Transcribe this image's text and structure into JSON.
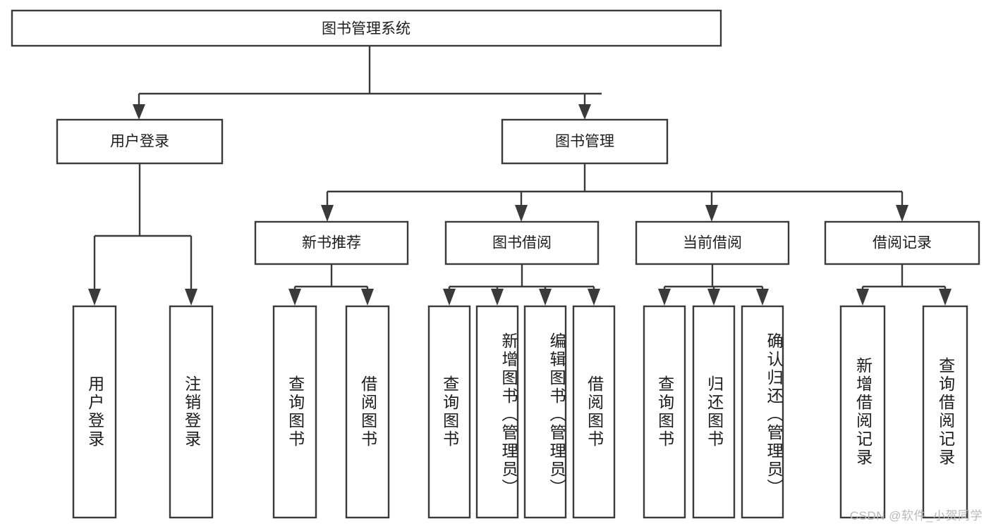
{
  "diagram": {
    "type": "tree",
    "title": "图书管理系统",
    "orientation": "top-down",
    "colors": {
      "box_fill": "#ffffff",
      "box_stroke": "#3a3a3a",
      "text": "#1c1c1c",
      "watermark": "#b9b9b9",
      "background": "#ffffff"
    },
    "root": {
      "label": "图书管理系统"
    },
    "level2": [
      {
        "label": "用户登录"
      },
      {
        "label": "图书管理"
      }
    ],
    "level3": [
      {
        "label": "新书推荐"
      },
      {
        "label": "图书借阅"
      },
      {
        "label": "当前借阅"
      },
      {
        "label": "借阅记录"
      }
    ],
    "leaves": {
      "user_login": [
        {
          "label": "用户登录"
        },
        {
          "label": "注销登录"
        }
      ],
      "new_book_recommend": [
        {
          "label": "查询图书"
        },
        {
          "label": "借阅图书"
        }
      ],
      "book_borrow": [
        {
          "label": "查询图书"
        },
        {
          "label": "新增图书（管理员）"
        },
        {
          "label": "编辑图书（管理员）"
        },
        {
          "label": "借阅图书"
        }
      ],
      "current_borrow": [
        {
          "label": "查询图书"
        },
        {
          "label": "归还图书"
        },
        {
          "label": "确认归还（管理员）"
        }
      ],
      "borrow_record": [
        {
          "label": "新增借阅记录"
        },
        {
          "label": "查询借阅记录"
        }
      ]
    },
    "watermark": "CSDN @软件_小贺同学"
  }
}
